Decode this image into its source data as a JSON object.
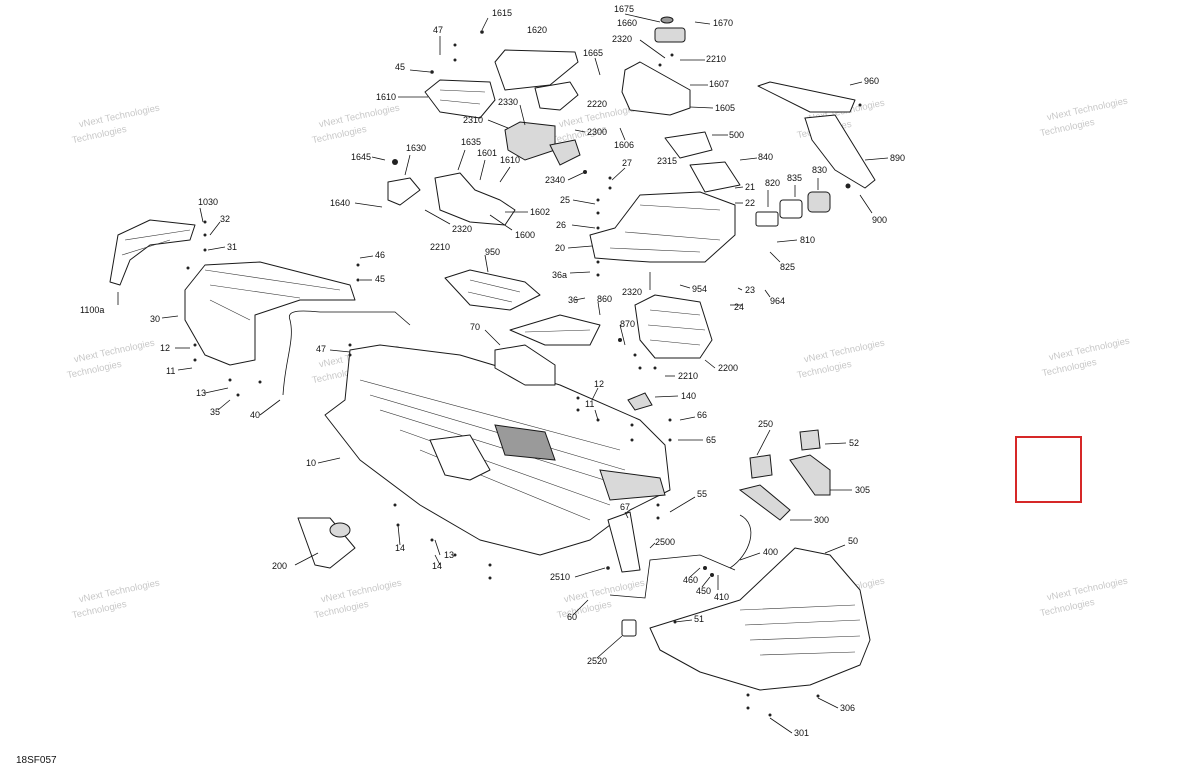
{
  "diagram": {
    "drawing_id": "18SF057",
    "watermark": "vNext Technologies",
    "highlight_color": "#d62828",
    "callouts": [
      {
        "id": "1615",
        "label": "1615"
      },
      {
        "id": "1620",
        "label": "1620"
      },
      {
        "id": "47a",
        "label": "47"
      },
      {
        "id": "45a",
        "label": "45"
      },
      {
        "id": "1610a",
        "label": "1610"
      },
      {
        "id": "1675",
        "label": "1675"
      },
      {
        "id": "1660",
        "label": "1660"
      },
      {
        "id": "1670",
        "label": "1670"
      },
      {
        "id": "2320a",
        "label": "2320"
      },
      {
        "id": "1665",
        "label": "1665"
      },
      {
        "id": "2210a",
        "label": "2210"
      },
      {
        "id": "1607",
        "label": "1607"
      },
      {
        "id": "1605",
        "label": "1605"
      },
      {
        "id": "2330",
        "label": "2330"
      },
      {
        "id": "2220",
        "label": "2220"
      },
      {
        "id": "2310",
        "label": "2310"
      },
      {
        "id": "2300",
        "label": "2300"
      },
      {
        "id": "960",
        "label": "960"
      },
      {
        "id": "500",
        "label": "500"
      },
      {
        "id": "1606",
        "label": "1606"
      },
      {
        "id": "1645",
        "label": "1645"
      },
      {
        "id": "1630",
        "label": "1630"
      },
      {
        "id": "1635",
        "label": "1635"
      },
      {
        "id": "1601",
        "label": "1601"
      },
      {
        "id": "1610b",
        "label": "1610"
      },
      {
        "id": "27",
        "label": "27"
      },
      {
        "id": "2315",
        "label": "2315"
      },
      {
        "id": "840",
        "label": "840"
      },
      {
        "id": "890",
        "label": "890"
      },
      {
        "id": "2340",
        "label": "2340"
      },
      {
        "id": "21",
        "label": "21"
      },
      {
        "id": "820",
        "label": "820"
      },
      {
        "id": "835",
        "label": "835"
      },
      {
        "id": "830",
        "label": "830"
      },
      {
        "id": "1640",
        "label": "1640"
      },
      {
        "id": "1602",
        "label": "1602"
      },
      {
        "id": "25",
        "label": "25"
      },
      {
        "id": "22",
        "label": "22"
      },
      {
        "id": "900",
        "label": "900"
      },
      {
        "id": "1030",
        "label": "1030"
      },
      {
        "id": "32",
        "label": "32"
      },
      {
        "id": "2320b",
        "label": "2320"
      },
      {
        "id": "26",
        "label": "26"
      },
      {
        "id": "31",
        "label": "31"
      },
      {
        "id": "2210b",
        "label": "2210"
      },
      {
        "id": "1600",
        "label": "1600"
      },
      {
        "id": "20",
        "label": "20"
      },
      {
        "id": "810",
        "label": "810"
      },
      {
        "id": "46",
        "label": "46"
      },
      {
        "id": "950",
        "label": "950"
      },
      {
        "id": "825",
        "label": "825"
      },
      {
        "id": "45b",
        "label": "45"
      },
      {
        "id": "36a",
        "label": "36a"
      },
      {
        "id": "954",
        "label": "954"
      },
      {
        "id": "23",
        "label": "23"
      },
      {
        "id": "2320c",
        "label": "2320"
      },
      {
        "id": "964",
        "label": "964"
      },
      {
        "id": "1100a",
        "label": "1100a"
      },
      {
        "id": "36",
        "label": "36"
      },
      {
        "id": "860",
        "label": "860"
      },
      {
        "id": "24",
        "label": "24"
      },
      {
        "id": "30",
        "label": "30"
      },
      {
        "id": "70",
        "label": "70"
      },
      {
        "id": "870",
        "label": "870"
      },
      {
        "id": "12a",
        "label": "12"
      },
      {
        "id": "47b",
        "label": "47"
      },
      {
        "id": "2200",
        "label": "2200"
      },
      {
        "id": "11a",
        "label": "11"
      },
      {
        "id": "2210c",
        "label": "2210"
      },
      {
        "id": "12b",
        "label": "12"
      },
      {
        "id": "13a",
        "label": "13"
      },
      {
        "id": "140",
        "label": "140"
      },
      {
        "id": "35",
        "label": "35"
      },
      {
        "id": "11b",
        "label": "11"
      },
      {
        "id": "40",
        "label": "40"
      },
      {
        "id": "66",
        "label": "66"
      },
      {
        "id": "250",
        "label": "250"
      },
      {
        "id": "65",
        "label": "65"
      },
      {
        "id": "52",
        "label": "52"
      },
      {
        "id": "10",
        "label": "10"
      },
      {
        "id": "305",
        "label": "305"
      },
      {
        "id": "55",
        "label": "55"
      },
      {
        "id": "67",
        "label": "67"
      },
      {
        "id": "300",
        "label": "300"
      },
      {
        "id": "14a",
        "label": "14"
      },
      {
        "id": "2500",
        "label": "2500"
      },
      {
        "id": "50",
        "label": "50"
      },
      {
        "id": "13b",
        "label": "13"
      },
      {
        "id": "400",
        "label": "400"
      },
      {
        "id": "200",
        "label": "200"
      },
      {
        "id": "14b",
        "label": "14"
      },
      {
        "id": "2510",
        "label": "2510"
      },
      {
        "id": "460",
        "label": "460"
      },
      {
        "id": "450",
        "label": "450"
      },
      {
        "id": "410",
        "label": "410"
      },
      {
        "id": "60",
        "label": "60"
      },
      {
        "id": "51",
        "label": "51"
      },
      {
        "id": "2520",
        "label": "2520"
      },
      {
        "id": "306",
        "label": "306"
      },
      {
        "id": "301",
        "label": "301"
      }
    ]
  }
}
